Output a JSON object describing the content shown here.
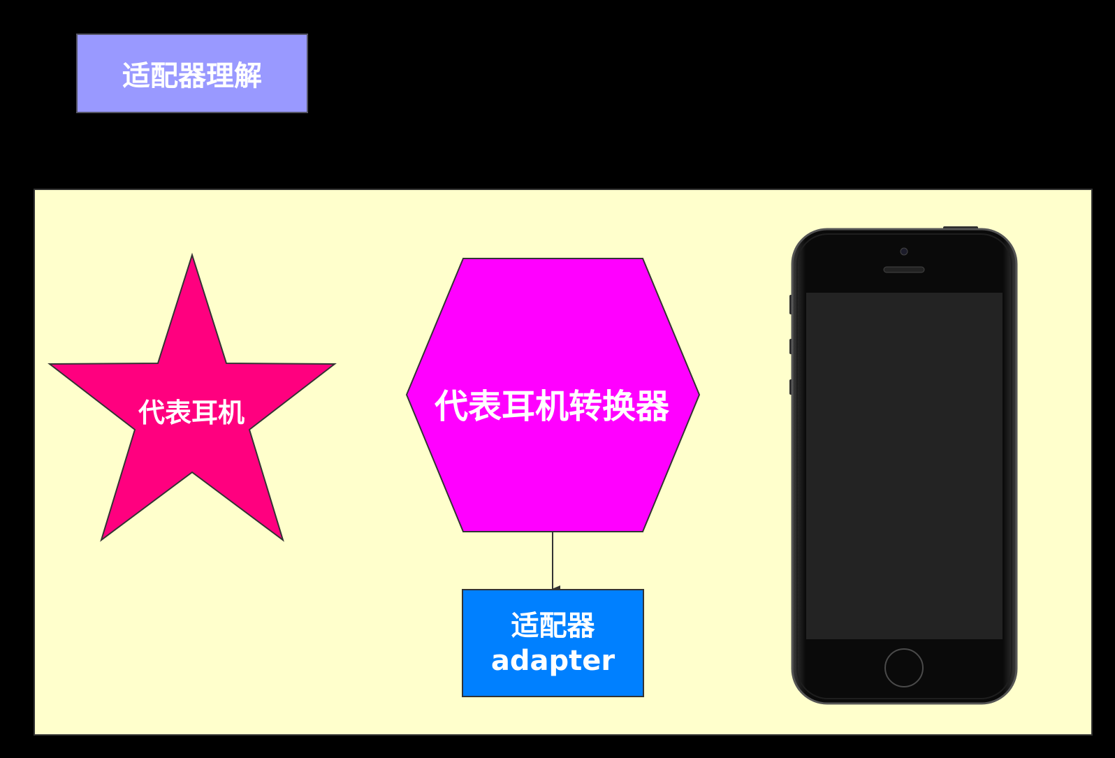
{
  "title": "适配器理解",
  "nodes": {
    "star": {
      "label": "代表耳机",
      "color": "#FF007F"
    },
    "hexagon": {
      "label": "代表耳机转换器",
      "color": "#FF00FF"
    },
    "adapter": {
      "label_line1": "适配器",
      "label_line2": "adapter",
      "color": "#0080FF"
    },
    "phone": {
      "icon": "smartphone-icon"
    }
  },
  "edges": [
    {
      "from": "hexagon",
      "to": "adapter"
    }
  ],
  "colors": {
    "background": "#000000",
    "title_box": "#9999FF",
    "canvas": "#FFFFCC"
  }
}
